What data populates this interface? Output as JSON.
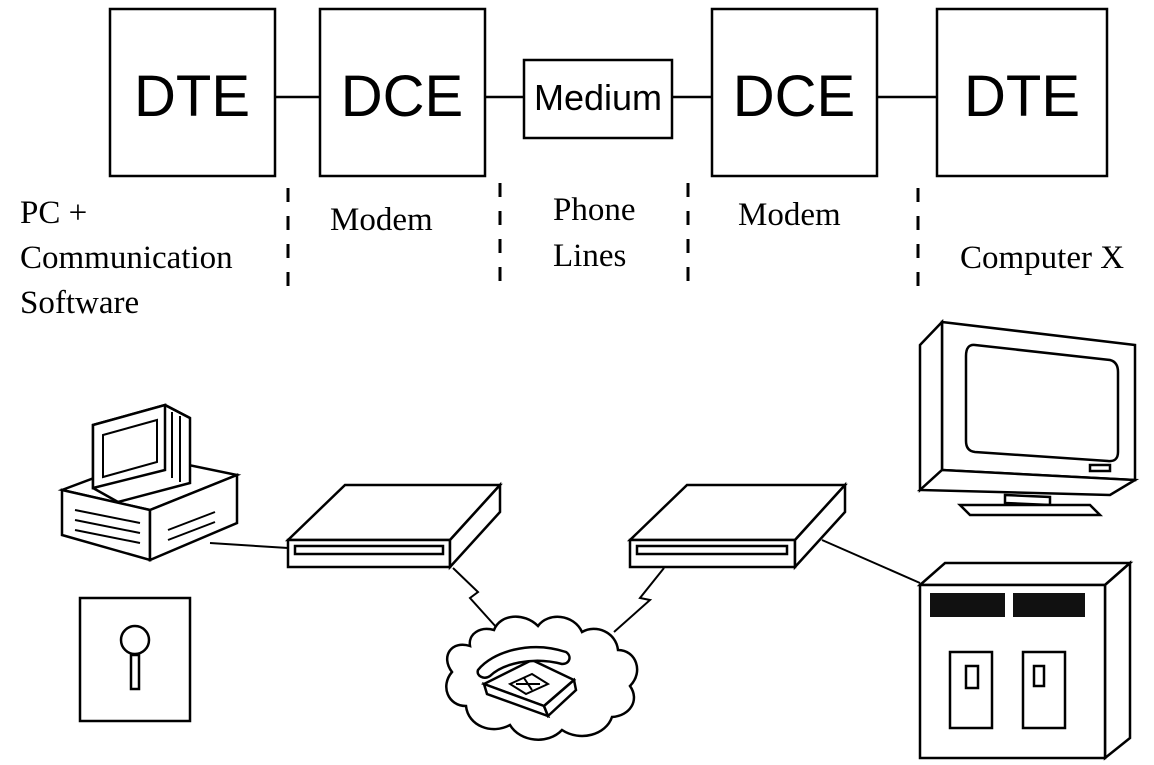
{
  "boxes": {
    "dte_left": "DTE",
    "dce_left": "DCE",
    "medium": "Medium",
    "dce_right": "DCE",
    "dte_right": "DTE"
  },
  "captions": {
    "pc_line1": "PC +",
    "pc_line2": "Communication",
    "pc_line3": "Software",
    "modem_left": "Modem",
    "phone_line1": "Phone",
    "phone_line2": "Lines",
    "modem_right": "Modem",
    "computer_x": "Computer X"
  }
}
